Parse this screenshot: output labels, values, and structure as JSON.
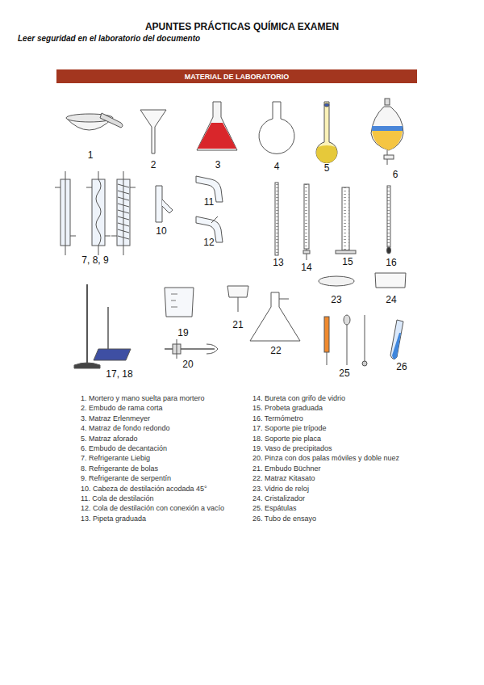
{
  "diagram": {
    "title": "APUNTES PRÁCTICAS QUÍMICA EXAMEN",
    "nodes": [
      {
        "text": [
          "MATERIAL DE LABORATORIO"
        ]
      }
    ],
    "labels": [
      "Leer seguridad en el laboratorio del documento",
      "1",
      "2",
      "3",
      "4",
      "5",
      "6",
      "7, 8, 9",
      "10",
      "11",
      "12",
      "13",
      "14",
      "15",
      "16",
      "17, 18",
      "19",
      "20",
      "21",
      "22",
      "23",
      "24",
      "25",
      "26",
      "1. Mortero y mano suelta para mortero",
      "2. Embudo de rama corta",
      "3. Matraz Erlenmeyer",
      "4. Matraz de fondo redondo",
      "5. Matraz aforado",
      "6. Embudo de decantación",
      "7. Refrigerante Liebig",
      "8. Refrigerante de bolas",
      "9. Refrigerante de serpentín",
      "10. Cabeza de destilación acodada 45°",
      "11. Cola de destilación",
      "12. Cola de destilación con conexión a vacío",
      "13. Pipeta graduada",
      "14. Bureta con grifo de vidrio",
      "15. Probeta graduada",
      "16. Termómetro",
      "17. Soporte pie trípode",
      "18. Soporte pie placa",
      "19. Vaso de precipitados",
      "20. Pinza con dos palas móviles y doble nuez",
      "21. Embudo Büchner",
      "22. Matraz Kitasato",
      "23. Vidrio de reloj",
      "24. Cristalizador",
      "25. Espátulas",
      "26. Tubo de ensayo"
    ]
  }
}
